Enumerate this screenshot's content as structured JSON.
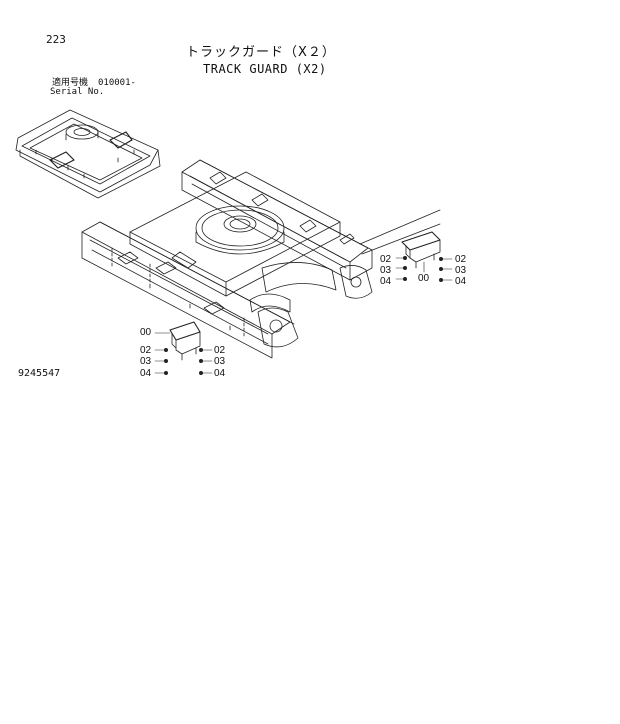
{
  "page": {
    "number": "223",
    "figure_id": "9245547"
  },
  "title": {
    "japanese": "トラックガード（X２）",
    "english": "TRACK GUARD (X2)"
  },
  "serial": {
    "label_jp": "適用号機",
    "label_en": "Serial No.",
    "value": "010001-"
  },
  "callouts": {
    "right_group": {
      "part": "00",
      "left": [
        "02",
        "03",
        "04"
      ],
      "right": [
        "02",
        "03",
        "04"
      ]
    },
    "left_group": {
      "part": "00",
      "left": [
        "02",
        "03",
        "04"
      ],
      "right": [
        "02",
        "03",
        "04"
      ]
    }
  }
}
